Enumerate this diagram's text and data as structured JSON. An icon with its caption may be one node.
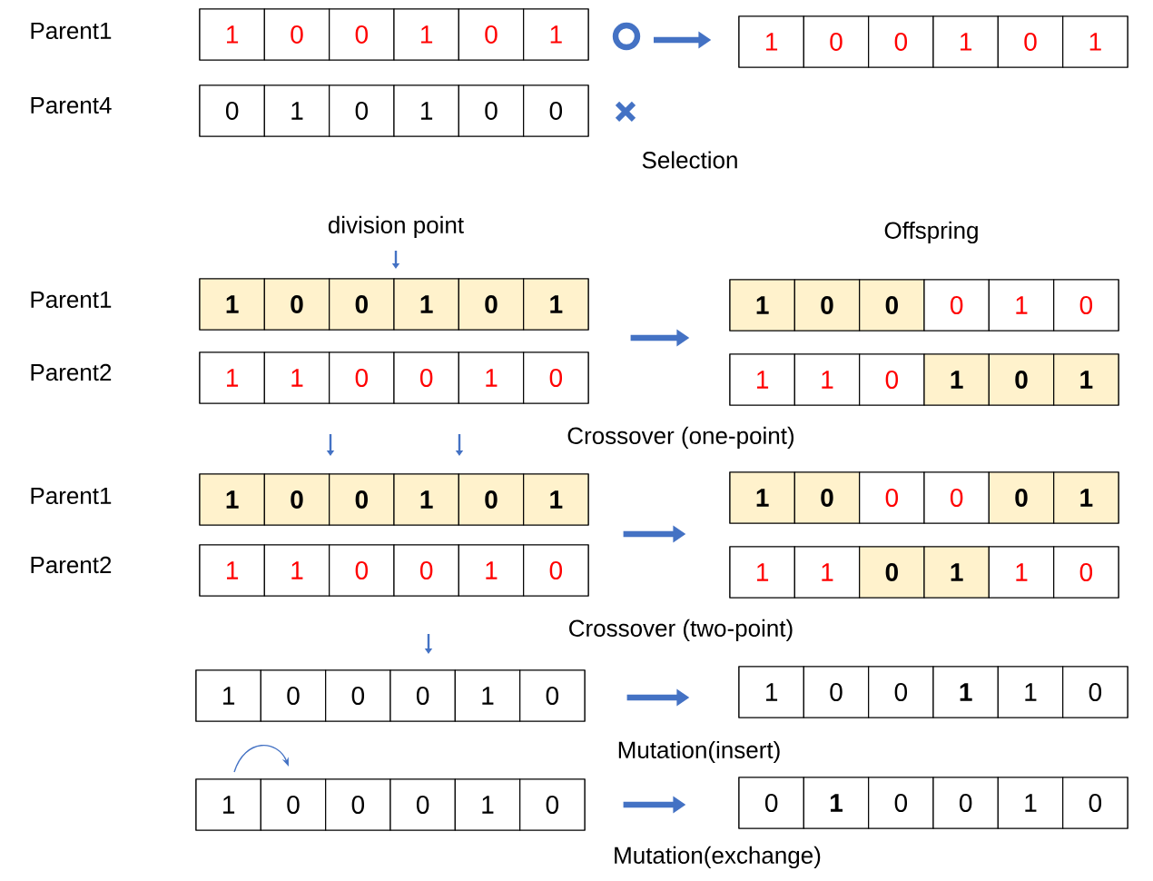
{
  "diagram": {
    "nodes": [
      {
        "text": [],
        "shape": "box"
      },
      {
        "text": [
          "1"
        ],
        "in": 0
      },
      {
        "text": [
          "0"
        ],
        "in": 0
      },
      {
        "text": [
          "0"
        ],
        "in": 0
      },
      {
        "text": [
          "1"
        ],
        "in": 0
      },
      {
        "text": [
          "0"
        ],
        "in": 0
      },
      {
        "text": [
          "1"
        ],
        "in": 0
      },
      {
        "text": [],
        "shape": "circle"
      },
      {
        "text": [],
        "shape": "box"
      },
      {
        "text": [
          "1"
        ],
        "in": 8
      },
      {
        "text": [
          "0"
        ],
        "in": 8
      },
      {
        "text": [
          "0"
        ],
        "in": 8
      },
      {
        "text": [
          "1"
        ],
        "in": 8
      },
      {
        "text": [
          "0"
        ],
        "in": 8
      },
      {
        "text": [
          "1"
        ],
        "in": 8
      },
      {
        "text": [],
        "shape": "box"
      },
      {
        "text": [
          "0"
        ],
        "in": 15
      },
      {
        "text": [
          "1"
        ],
        "in": 15
      },
      {
        "text": [
          "0"
        ],
        "in": 15
      },
      {
        "text": [
          "1"
        ],
        "in": 15
      },
      {
        "text": [
          "0"
        ],
        "in": 15
      },
      {
        "text": [
          "0"
        ],
        "in": 15
      },
      {
        "text": [],
        "shape": "box"
      },
      {
        "text": [
          "1"
        ],
        "in": 22
      },
      {
        "text": [
          "0"
        ],
        "in": 22
      },
      {
        "text": [
          "0"
        ],
        "in": 22
      },
      {
        "text": [
          "1"
        ],
        "in": 22
      },
      {
        "text": [
          "0"
        ],
        "in": 22
      },
      {
        "text": [
          "1"
        ],
        "in": 22
      },
      {
        "text": [],
        "shape": "box"
      },
      {
        "text": [
          "1"
        ],
        "in": 29
      },
      {
        "text": [
          "0"
        ],
        "in": 29
      },
      {
        "text": [
          "0"
        ],
        "in": 29
      },
      {
        "text": [
          "0"
        ],
        "in": 29
      },
      {
        "text": [
          "1"
        ],
        "in": 29
      },
      {
        "text": [
          "0"
        ],
        "in": 29
      },
      {
        "text": [],
        "shape": "box"
      },
      {
        "text": [
          "1"
        ],
        "in": 36
      },
      {
        "text": [
          "1"
        ],
        "in": 36
      },
      {
        "text": [
          "0"
        ],
        "in": 36
      },
      {
        "text": [
          "0"
        ],
        "in": 36
      },
      {
        "text": [
          "1"
        ],
        "in": 36
      },
      {
        "text": [
          "0"
        ],
        "in": 36
      },
      {
        "text": [],
        "shape": "box"
      },
      {
        "text": [
          "1"
        ],
        "in": 43
      },
      {
        "text": [
          "1"
        ],
        "in": 43
      },
      {
        "text": [
          "0"
        ],
        "in": 43
      },
      {
        "text": [
          "1"
        ],
        "in": 43
      },
      {
        "text": [
          "0"
        ],
        "in": 43
      },
      {
        "text": [
          "1"
        ],
        "in": 43
      },
      {
        "text": [],
        "shape": "box"
      },
      {
        "text": [
          "1"
        ],
        "in": 50
      },
      {
        "text": [
          "0"
        ],
        "in": 50
      },
      {
        "text": [
          "0"
        ],
        "in": 50
      },
      {
        "text": [
          "1"
        ],
        "in": 50
      },
      {
        "text": [
          "0"
        ],
        "in": 50
      },
      {
        "text": [
          "1"
        ],
        "in": 50
      },
      {
        "text": [],
        "shape": "box"
      },
      {
        "text": [
          "1"
        ],
        "in": 57
      },
      {
        "text": [
          "0"
        ],
        "in": 57
      },
      {
        "text": [
          "0"
        ],
        "in": 57
      },
      {
        "text": [
          "0"
        ],
        "in": 57
      },
      {
        "text": [
          "0"
        ],
        "in": 57
      },
      {
        "text": [
          "1"
        ],
        "in": 57
      },
      {
        "text": [],
        "shape": "box"
      },
      {
        "text": [
          "1"
        ],
        "in": 64
      },
      {
        "text": [
          "1"
        ],
        "in": 64
      },
      {
        "text": [
          "0"
        ],
        "in": 64
      },
      {
        "text": [
          "0"
        ],
        "in": 64
      },
      {
        "text": [
          "1"
        ],
        "in": 64
      },
      {
        "text": [
          "0"
        ],
        "in": 64
      },
      {
        "text": [],
        "shape": "box"
      },
      {
        "text": [
          "1"
        ],
        "in": 71
      },
      {
        "text": [
          "1"
        ],
        "in": 71
      },
      {
        "text": [
          "0"
        ],
        "in": 71
      },
      {
        "text": [
          "1"
        ],
        "in": 71
      },
      {
        "text": [
          "1"
        ],
        "in": 71
      },
      {
        "text": [
          "0"
        ],
        "in": 71
      },
      {
        "text": [],
        "shape": "box"
      },
      {
        "text": [
          "1"
        ],
        "in": 78
      },
      {
        "text": [
          "0"
        ],
        "in": 78
      },
      {
        "text": [
          "0"
        ],
        "in": 78
      },
      {
        "text": [
          "0"
        ],
        "in": 78
      },
      {
        "text": [
          "1"
        ],
        "in": 78
      },
      {
        "text": [
          "0"
        ],
        "in": 78
      },
      {
        "text": [],
        "shape": "box"
      },
      {
        "text": [
          "1"
        ],
        "in": 85
      },
      {
        "text": [
          "0"
        ],
        "in": 85
      },
      {
        "text": [
          "0"
        ],
        "in": 85
      },
      {
        "text": [
          "1"
        ],
        "in": 85
      },
      {
        "text": [
          "1"
        ],
        "in": 85
      },
      {
        "text": [
          "0"
        ],
        "in": 85
      },
      {
        "text": [],
        "shape": "box"
      },
      {
        "text": [
          "1"
        ],
        "in": 92
      },
      {
        "text": [
          "0"
        ],
        "in": 92
      },
      {
        "text": [
          "0"
        ],
        "in": 92
      },
      {
        "text": [
          "0"
        ],
        "in": 92
      },
      {
        "text": [
          "1"
        ],
        "in": 92
      },
      {
        "text": [
          "0"
        ],
        "in": 92
      },
      {
        "text": [],
        "shape": "box"
      },
      {
        "text": [
          "0"
        ],
        "in": 99
      },
      {
        "text": [
          "1"
        ],
        "in": 99
      },
      {
        "text": [
          "0"
        ],
        "in": 99
      },
      {
        "text": [
          "0"
        ],
        "in": 99
      },
      {
        "text": [
          "1"
        ],
        "in": 99
      },
      {
        "text": [
          "0"
        ],
        "in": 99
      }
    ],
    "edges": [
      {
        "from": 7,
        "to": 8,
        "arrow": "to"
      },
      {
        "from": 22,
        "to": 29,
        "arrow": "to"
      },
      {
        "from": 50,
        "to": 57,
        "arrow": "to"
      },
      {
        "from": 78,
        "to": 85,
        "arrow": "to"
      },
      {
        "from": 92,
        "to": 99,
        "arrow": "to"
      }
    ],
    "labels": [
      "Parent1",
      "Parent4",
      "Selection",
      "division point",
      "Offspring",
      "Parent1",
      "Parent2",
      "Crossover (one-point)",
      "Parent1",
      "Parent2",
      "Crossover (two-point)",
      "Mutation(insert)",
      "Mutation(exchange)"
    ]
  }
}
